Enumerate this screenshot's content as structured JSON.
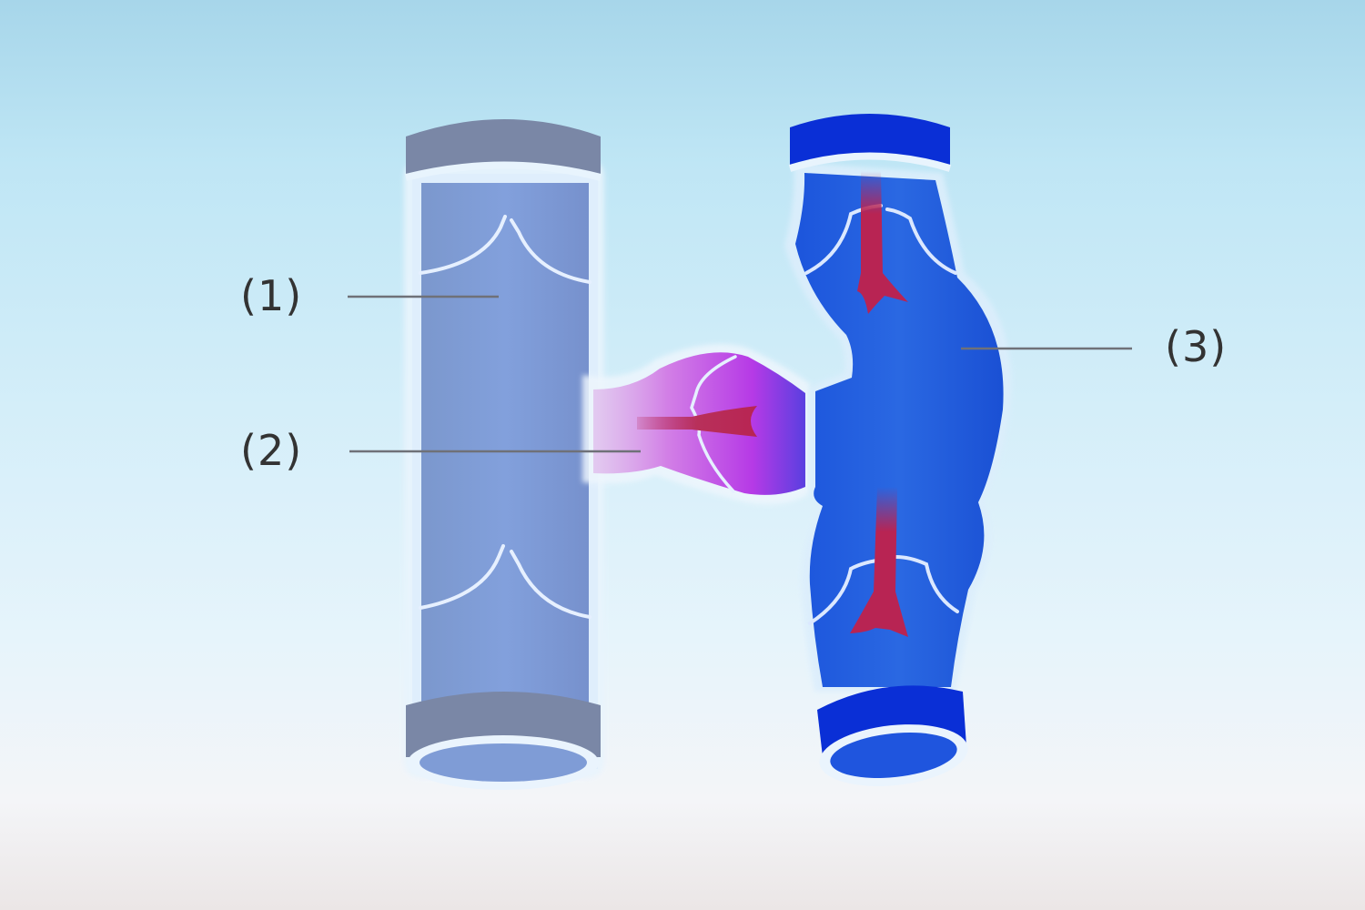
{
  "labels": {
    "one": "(1)",
    "two": "(2)",
    "three": "(3)"
  },
  "colors": {
    "healthy_vein": "#7e9bd6",
    "cuff_grey": "#7a87a6",
    "perforator_pink": "#d47ee0",
    "varicose_vein": "#1f5fe0",
    "cuff_blue": "#0a2fd6",
    "reflux_arrow": "#b82453",
    "valve_line": "#e6f0ff"
  }
}
